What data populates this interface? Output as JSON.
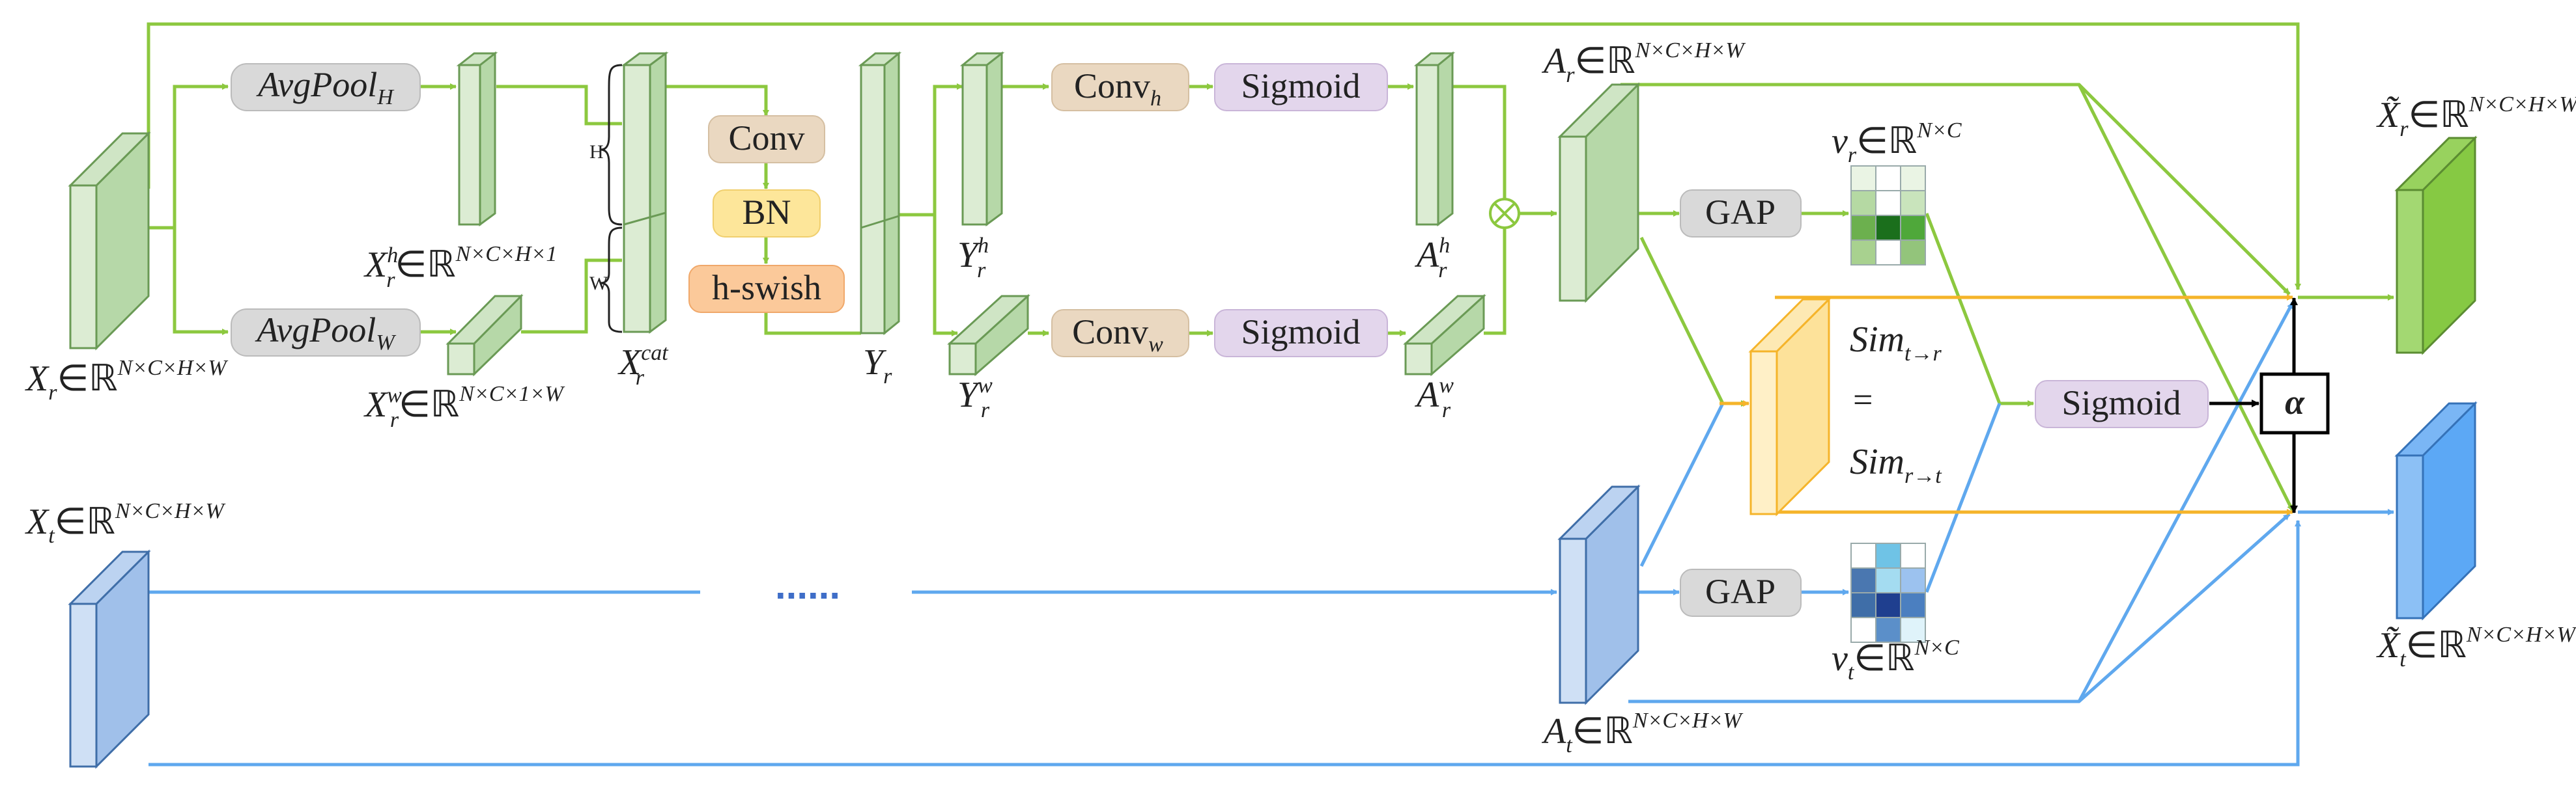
{
  "colors": {
    "green_line": "#8cc83f",
    "blue_line": "#5fa8ee",
    "orange_line": "#f5b42a",
    "green_prism": "#bcdcb2",
    "blue_prism": "#a9c7ec",
    "output_green": "#8ccf49",
    "output_blue": "#5ca8f5",
    "gray_box": "#d9d9d9",
    "tan_box": "#ead8c1",
    "purple_box": "#e3d6ec",
    "yellow_box": "#fde69a",
    "orange_box": "#fbc99a"
  },
  "boxes": {
    "avgpool_h": {
      "main": "AvgPool",
      "sub": "H"
    },
    "avgpool_w": {
      "main": "AvgPool",
      "sub": "W"
    },
    "conv": "Conv",
    "bn": "BN",
    "hswish": "h-swish",
    "conv_h": {
      "main": "Conv",
      "sub": "h"
    },
    "conv_w": {
      "main": "Conv",
      "sub": "w"
    },
    "sigmoid_h": "Sigmoid",
    "sigmoid_w": "Sigmoid",
    "gap_r": "GAP",
    "gap_t": "GAP",
    "sigmoid_fuse": "Sigmoid",
    "alpha": "α"
  },
  "labels": {
    "xr": {
      "base": "X",
      "sub": "r",
      "set": "∈ℝ",
      "dims": "N×C×H×W"
    },
    "xrh": {
      "base": "X",
      "sup": "h",
      "sub": "r",
      "set": "∈ℝ",
      "dims": "N×C×H×1"
    },
    "xrw": {
      "base": "X",
      "sup": "w",
      "sub": "r",
      "set": "∈ℝ",
      "dims": "N×C×1×W"
    },
    "xrcat": {
      "base": "X",
      "sup": "cat",
      "sub": "r"
    },
    "yr": {
      "base": "Y",
      "sub": "r"
    },
    "yrh": {
      "base": "Y",
      "sup": "h",
      "sub": "r"
    },
    "yrw": {
      "base": "Y",
      "sup": "w",
      "sub": "r"
    },
    "arh": {
      "base": "A",
      "sup": "h",
      "sub": "r"
    },
    "arw": {
      "base": "A",
      "sup": "w",
      "sub": "r"
    },
    "ar": {
      "base": "A",
      "sub": "r",
      "set": "∈ℝ",
      "dims": "N×C×H×W"
    },
    "at": {
      "base": "A",
      "sub": "t",
      "set": "∈ℝ",
      "dims": "N×C×H×W"
    },
    "vr": {
      "base": "v",
      "sub": "r",
      "set": "∈ℝ",
      "dims": "N×C"
    },
    "vt": {
      "base": "v",
      "sub": "t",
      "set": "∈ℝ",
      "dims": "N×C"
    },
    "xt": {
      "base": "X",
      "sub": "t",
      "set": "∈ℝ",
      "dims": "N×C×H×W"
    },
    "xr_out": {
      "base": "X̃",
      "sub": "r",
      "set": "∈ℝ",
      "dims": "N×C×H×W"
    },
    "xt_out": {
      "base": "X̃",
      "sub": "t",
      "set": "∈ℝ",
      "dims": "N×C×H×W"
    },
    "sim_top": {
      "base": "Sim",
      "sub": "t→r"
    },
    "sim_eq": "=",
    "sim_bottom": {
      "base": "Sim",
      "sub": "r→t"
    },
    "split_h": "H",
    "split_w": "W",
    "ellipsis": "......"
  },
  "heatmaps": {
    "vr": {
      "cells": [
        [
          "#eaf4e4",
          "#ffffff",
          "#eaf4e4"
        ],
        [
          "#b5d9a3",
          "#ffffff",
          "#c9e4bc"
        ],
        [
          "#6cb04e",
          "#1b6f1c",
          "#4fa83a"
        ],
        [
          "#a8d18f",
          "#ffffff",
          "#93c47b"
        ]
      ]
    },
    "vt": {
      "cells": [
        [
          "#ffffff",
          "#6fc3e6",
          "#ffffff"
        ],
        [
          "#4a77b0",
          "#a4dcf1",
          "#9cc2ef"
        ],
        [
          "#3f6ea8",
          "#1f3f8f",
          "#4b7fc0"
        ],
        [
          "#ffffff",
          "#5b8fc9",
          "#dff3fa"
        ]
      ]
    }
  }
}
